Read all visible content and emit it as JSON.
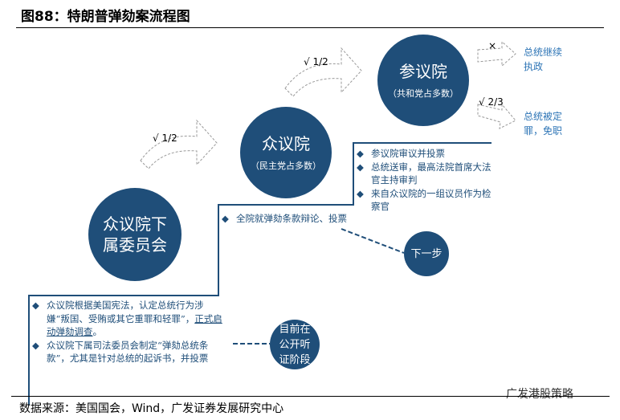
{
  "title": "图88：特朗普弹劾案流程图",
  "source": "数据来源：美国国会，Wind，广发证券发展研究中心",
  "watermark": "广发港股策略",
  "stages": [
    {
      "name": "众议院下属委员会"
    },
    {
      "name": "众议院",
      "sub": "（民主党占多数）"
    },
    {
      "name": "参议院",
      "sub": "（共和党占多数）"
    }
  ],
  "stage1_bullets": [
    "众议院根据美国宪法，认定总统行为涉嫌“叛国、受贿或其它重罪和轻罪”，",
    "正式启动弹劾调查",
    "。",
    "众议院下属司法委员会制定“弹劾总统条款”，尤其是针对总统的起诉书，并投票"
  ],
  "stage2_bullets": [
    "全院就弹劾条款辩论、投票"
  ],
  "stage3_bullets": [
    "参议院审议并投票",
    "总统送审，最高法院首席大法官主持审判",
    "来自众议院的一组议员作为检察官"
  ],
  "current": "目前在公开听证阶段",
  "next": "下一步",
  "votes": {
    "house_committee": "√ 1/2",
    "house": "√ 1/2",
    "senate_fail": "×",
    "senate_pass": "√ 2/3"
  },
  "outcomes": {
    "fail": "总统继续执政",
    "pass": "总统被定罪，免职"
  }
}
